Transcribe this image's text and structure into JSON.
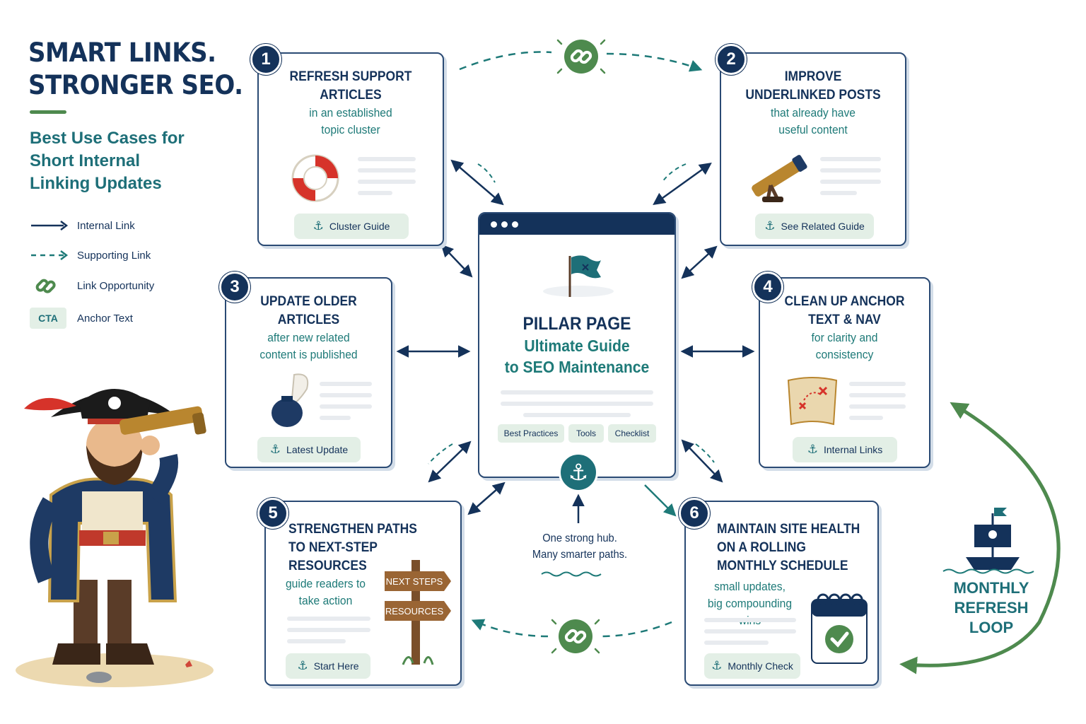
{
  "header": {
    "title_line1": "SMART LINKS.",
    "title_line2": "STRONGER SEO.",
    "subtitle": "Best Use Cases for Short Internal Linking Updates"
  },
  "legend": {
    "internal_link": "Internal Link",
    "supporting_link": "Supporting Link",
    "link_opportunity": "Link Opportunity",
    "cta_chip": "CTA",
    "anchor_text": "Anchor Text"
  },
  "cards": [
    {
      "number": "1",
      "title_line1": "REFRESH SUPPORT",
      "title_line2": "ARTICLES",
      "desc_line1": "in an established",
      "desc_line2": "topic cluster",
      "button": "Cluster Guide",
      "icon": "life-ring-icon"
    },
    {
      "number": "2",
      "title_line1": "IMPROVE",
      "title_line2": "UNDERLINKED POSTS",
      "desc_line1": "that already have",
      "desc_line2": "useful content",
      "button": "See Related Guide",
      "icon": "telescope-icon"
    },
    {
      "number": "3",
      "title_line1": "UPDATE OLDER",
      "title_line2": "ARTICLES",
      "desc_line1": "after new related",
      "desc_line2": "content is published",
      "button": "Latest Update",
      "icon": "inkwell-icon"
    },
    {
      "number": "4",
      "title_line1": "CLEAN UP ANCHOR",
      "title_line2": "TEXT & NAV",
      "desc_line1": "for clarity and",
      "desc_line2": "consistency",
      "button": "Internal Links",
      "icon": "treasure-map-icon"
    },
    {
      "number": "5",
      "title_line1": "STRENGTHEN PATHS",
      "title_line2": "TO NEXT-STEP",
      "title_line3": "RESOURCES",
      "desc_line1": "guide readers to",
      "desc_line2": "take action",
      "button": "Start Here",
      "sign_top": "NEXT STEPS",
      "sign_bottom": "RESOURCES",
      "icon": "signpost-icon"
    },
    {
      "number": "6",
      "title_line1": "MAINTAIN SITE HEALTH",
      "title_line2": "ON A ROLLING",
      "title_line3": "MONTHLY SCHEDULE",
      "desc_line1": "small updates,",
      "desc_line2": "big compounding wins",
      "button": "Monthly Check",
      "icon": "calendar-check-icon"
    }
  ],
  "pillar": {
    "title": "PILLAR PAGE",
    "subtitle_line1": "Ultimate Guide",
    "subtitle_line2": "to SEO Maintenance",
    "tags": [
      "Best Practices",
      "Tools",
      "Checklist"
    ]
  },
  "hub": {
    "line1": "One strong hub.",
    "line2": "Many smarter paths."
  },
  "loop": {
    "line1": "MONTHLY",
    "line2": "REFRESH",
    "line3": "LOOP"
  },
  "colors": {
    "navy": "#14325a",
    "teal": "#1e6f78",
    "green": "#4e8a4e",
    "chip": "#e3efe6"
  }
}
